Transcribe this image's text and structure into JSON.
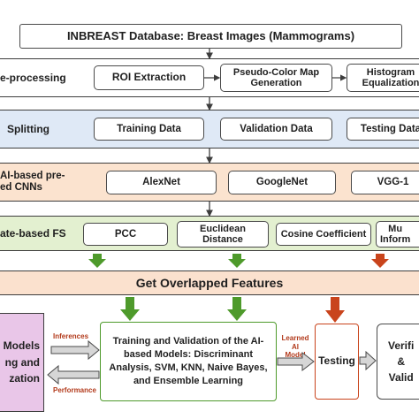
{
  "title": "INBREAST Database: Breast Images (Mammograms)",
  "stages": {
    "preprocessing": {
      "label": "e-processing",
      "items": [
        "ROI Extraction",
        "Pseudo-Color Map\nGeneration",
        "Histogram\nEqualization"
      ]
    },
    "splitting": {
      "label": "Splitting",
      "items": [
        "Training Data",
        "Validation Data",
        "Testing Data"
      ]
    },
    "cnns": {
      "label": "AI-based pre-\ned CNNs",
      "items": [
        "AlexNet",
        "GoogleNet",
        "VGG-1"
      ]
    },
    "fs": {
      "label": "ate-based FS",
      "items": [
        "PCC",
        "Euclidean\nDistance",
        "Cosine Coefficient",
        "Mu\nInform"
      ]
    }
  },
  "overlap": {
    "label": "Get Overlapped Features"
  },
  "bottom": {
    "left_block": "Models\nng and\nzation",
    "inferences": "Inferences",
    "performance": "Performance",
    "training": "Training and Validation of the AI-\nbased Models: Discriminant\nAnalysis, SVM, KNN, Naive Bayes,\nand Ensemble Learning",
    "learned": "Learned\nAI\nModel",
    "testing": "Testing",
    "verification": "Verifi\n&\nValid"
  },
  "colors": {
    "border_dark": "#3d3d3d",
    "band_pre": "#ffffff",
    "band_split": "#dfe9f6",
    "band_cnn": "#fbe3cf",
    "band_fs": "#e3f0d0",
    "band_bottom_left": "#e9c6e8",
    "overlap_band": "#fbe1ce",
    "arrow_green": "#4e9a2b",
    "arrow_orange": "#c9441c",
    "connector": "#3d3d3d"
  }
}
